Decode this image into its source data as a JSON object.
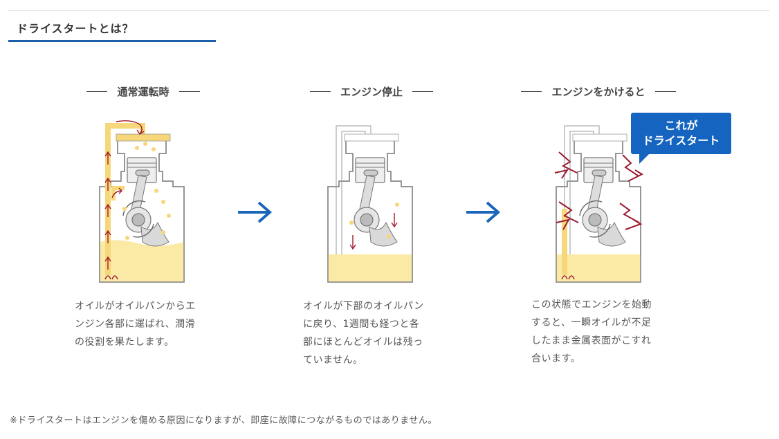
{
  "section": {
    "title": "ドライスタートとは？"
  },
  "panels": [
    {
      "heading": "通常運転時",
      "desc_lines": [
        "オイルがオイルパンからエ",
        "ンジン各部に運ばれ、潤滑",
        "の役割を果たします。"
      ]
    },
    {
      "heading": "エンジン停止",
      "desc_lines": [
        "オイルが下部のオイルパン",
        "に戻り、1週間も経つと各",
        "部にほとんどオイルは残っ",
        "ていません。"
      ]
    },
    {
      "heading": "エンジンをかけると",
      "desc_lines": [
        "この状態でエンジンを始動",
        "すると、一瞬オイルが不足",
        "したまま金属表面がこすれ",
        "合います。"
      ]
    }
  ],
  "badge": {
    "line1": "これが",
    "line2": "ドライスタート"
  },
  "footnote": "※ドライスタートはエンジンを傷める原因になりますが、即座に故障につながるものではありません。",
  "colors": {
    "accent": "#1a5fa8",
    "badge": "#1565c0",
    "oil": "#fbe9a6",
    "oil_flow": "#f6d77a",
    "arrow_red": "#a01c2c",
    "spark": "#9b1b30"
  }
}
